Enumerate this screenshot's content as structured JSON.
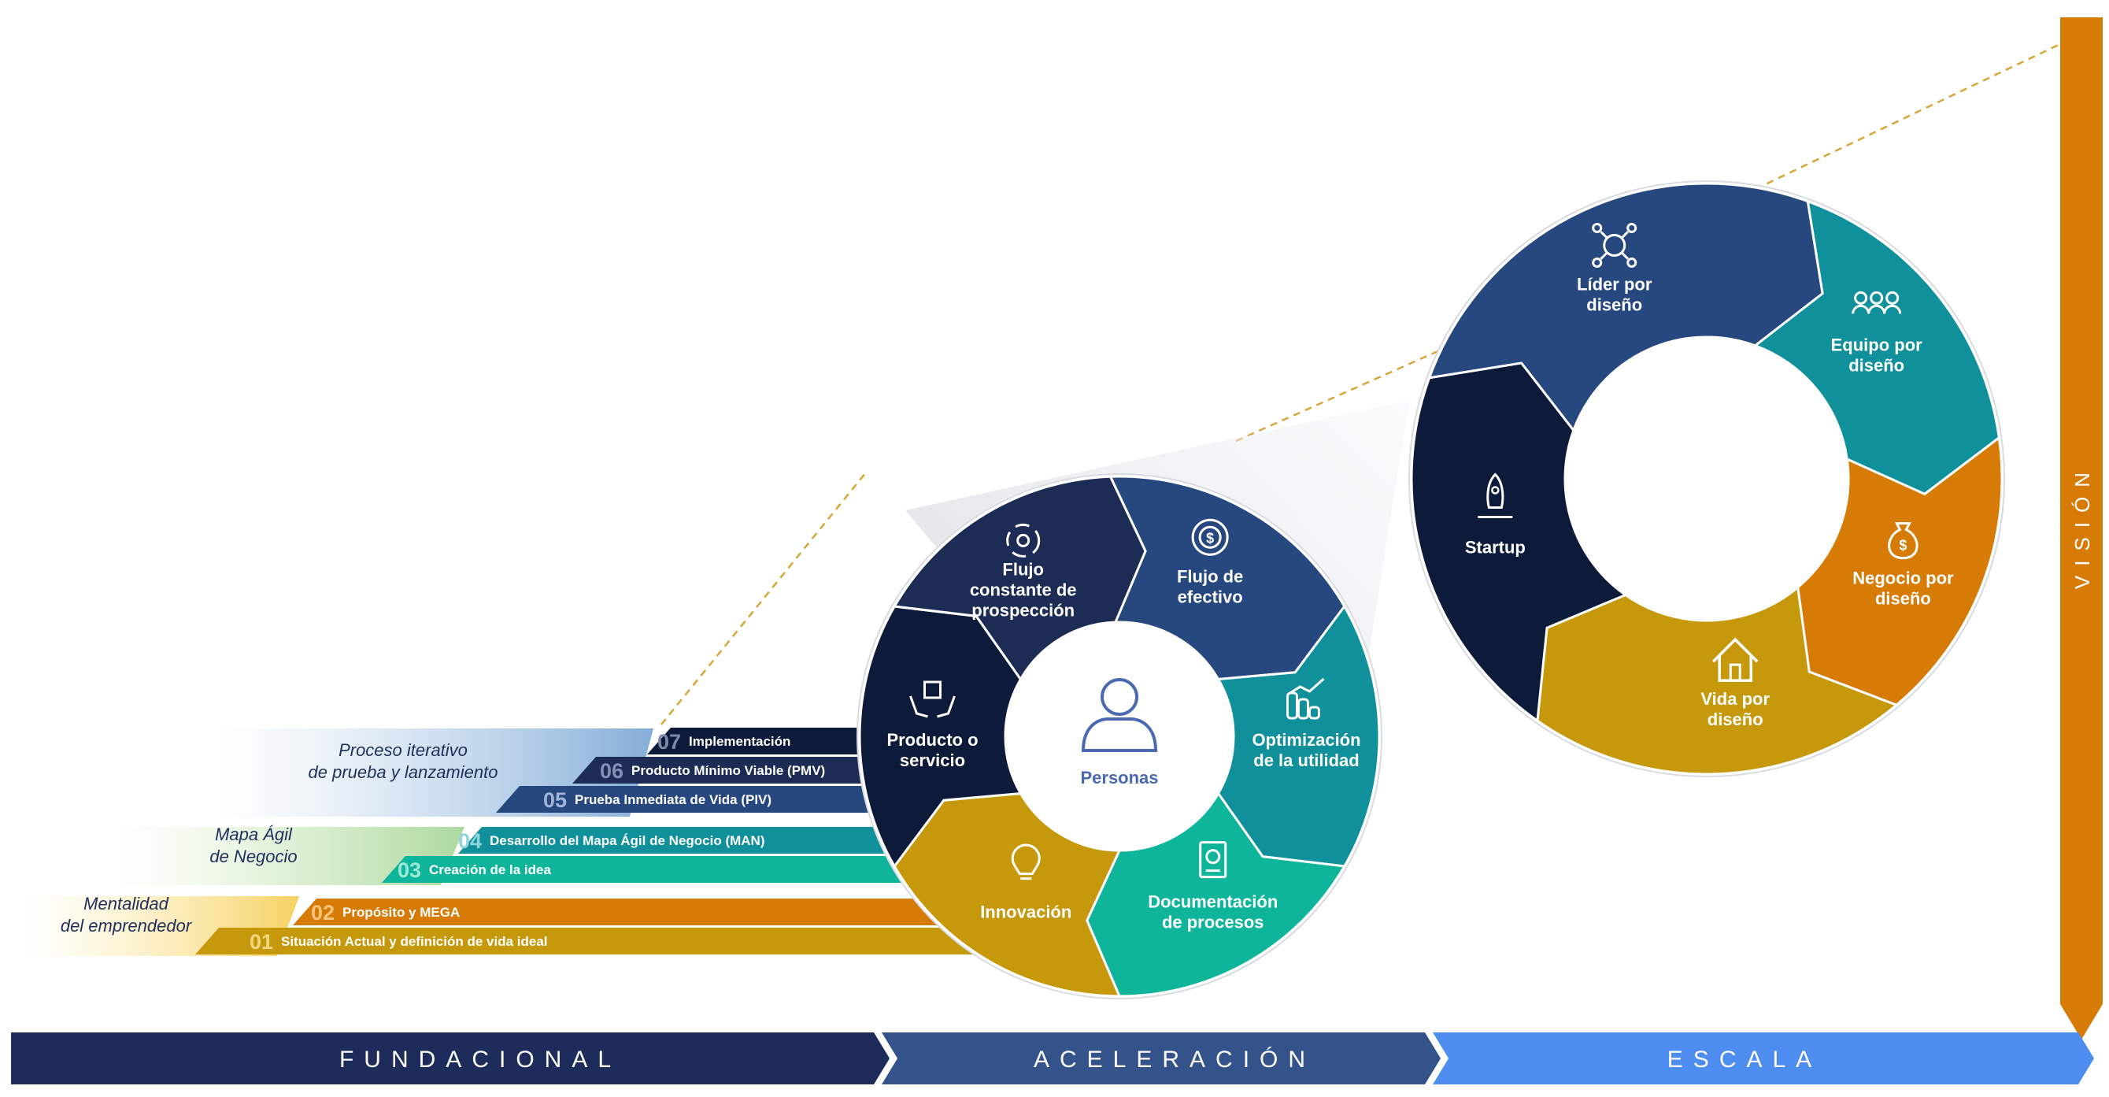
{
  "colors": {
    "navy_dark": "#0e1a3a",
    "navy": "#1d2c55",
    "blue": "#26487e",
    "teal": "#0f909a",
    "green": "#0fb59b",
    "gold": "#c6980b",
    "orange": "#d67b06",
    "phase_fundacional": "#1d2c5a",
    "phase_aceleracion": "#34538a",
    "phase_escala": "#4d8df0"
  },
  "phases": [
    "FUNDACIONAL",
    "ACELERACIÓN",
    "ESCALA"
  ],
  "vision_label": "VISIÓN",
  "groups": [
    {
      "label": "Proceso iterativo\nde prueba y lanzamiento"
    },
    {
      "label": "Mapa Ágil\nde Negocio"
    },
    {
      "label": "Mentalidad\ndel emprendedor"
    }
  ],
  "steps": [
    {
      "num": "07",
      "label": "Implementación"
    },
    {
      "num": "06",
      "label": "Producto Mínimo Viable (PMV)"
    },
    {
      "num": "05",
      "label": "Prueba Inmediata de Vida (PIV)"
    },
    {
      "num": "04",
      "label": "Desarrollo del Mapa Ágil de Negocio (MAN)"
    },
    {
      "num": "03",
      "label": "Creación de la idea"
    },
    {
      "num": "02",
      "label": "Propósito y MEGA"
    },
    {
      "num": "01",
      "label": "Situación Actual y definición de vida ideal"
    }
  ],
  "acceleration_wheel": {
    "center_label": "Personas",
    "segments": [
      {
        "label": "Flujo de\nefectivo",
        "icon": "cash-flow-icon"
      },
      {
        "label": "Optimización\nde la utilidad",
        "icon": "growth-coins-icon"
      },
      {
        "label": "Documentación\nde procesos",
        "icon": "process-document-icon"
      },
      {
        "label": "Innovación",
        "icon": "lightbulb-icon"
      },
      {
        "label": "Producto o\nservicio",
        "icon": "hands-box-icon"
      },
      {
        "label": "Flujo\nconstante de\nprospección",
        "icon": "cycle-arrows-icon"
      }
    ]
  },
  "scale_wheel": {
    "segments": [
      {
        "label": "Equipo por\ndiseño",
        "icon": "team-icon"
      },
      {
        "label": "Negocio por\ndiseño",
        "icon": "money-bag-icon"
      },
      {
        "label": "Vida por\ndiseño",
        "icon": "house-icon"
      },
      {
        "label": "Startup",
        "icon": "rocket-icon"
      },
      {
        "label": "Líder por\ndiseño",
        "icon": "leader-network-icon"
      }
    ]
  }
}
